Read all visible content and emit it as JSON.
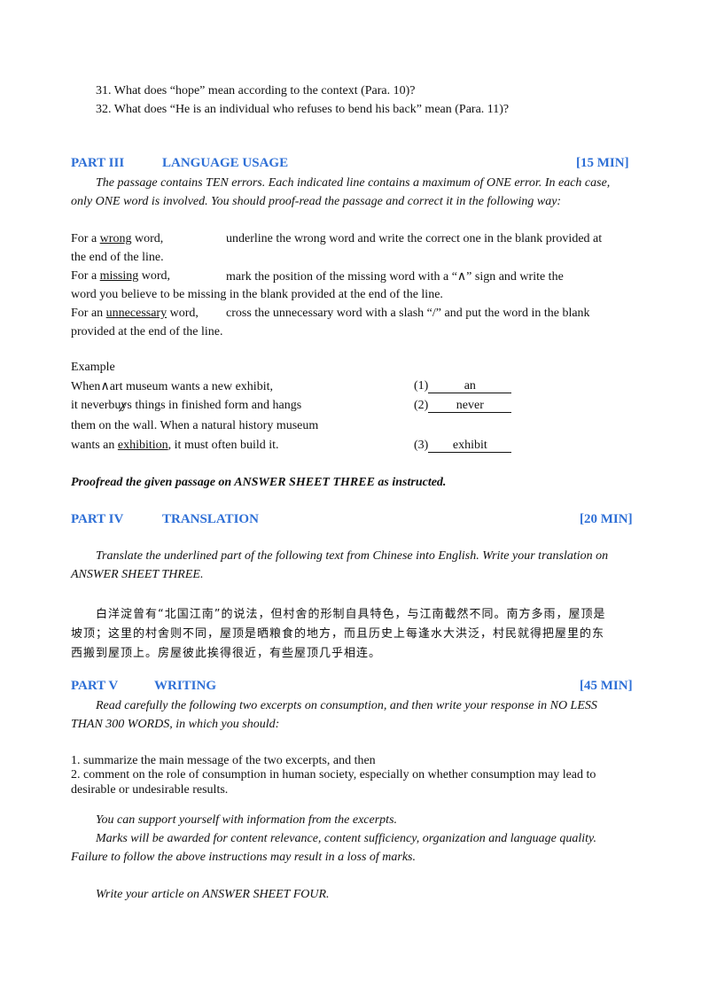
{
  "questions": [
    "31. What does “hope” mean according to the context (Para. 10)?",
    "32. What does “He is an individual who refuses to bend his back” mean (Para. 11)?"
  ],
  "part3": {
    "label": "PART III",
    "title": "LANGUAGE USAGE",
    "time": "[15 MIN]",
    "intro_1": "The passage contains TEN errors. Each indicated line contains a maximum of ONE error. In each case,",
    "intro_2": "only ONE word is involved. You should proof-read the passage and correct it in the following way:",
    "wrong": {
      "pre": "For a ",
      "key": "wrong",
      "post": " word,",
      "desc_1": "underline the wrong word and write the correct one in the blank provided at",
      "desc_2": "the end of the line."
    },
    "missing": {
      "pre": "For a ",
      "key": "missing",
      "post": " word,",
      "desc_1": "mark the position of the missing word with a “∧” sign and write the",
      "desc_2": "word you believe to be missing in the blank provided at the end of the line."
    },
    "unnecessary": {
      "pre": "For an ",
      "key": "unnecessary",
      "post": " word,",
      "desc_1": "cross the unnecessary word with a slash “/” and put the word in the blank",
      "desc_2": "provided at the end of the line."
    },
    "example": {
      "label": "Example",
      "l1_a": "When",
      "l1_mark": "∧",
      "l1_b": "art museum wants a new exhibit,",
      "l2_a": "it never",
      "l2_x": "buys",
      "l2_b": " things in finished form and hangs",
      "l3": "them on the wall. When a natural history museum",
      "l4_a": "wants an ",
      "l4_u": "exhibition",
      "l4_b": ", it must often build it.",
      "answers": [
        {
          "num": "(1)",
          "word": "an"
        },
        {
          "num": "(2)",
          "word": "never"
        },
        {
          "num": "(3)",
          "word": "exhibit"
        }
      ]
    },
    "instruction": "Proofread the given passage on ANSWER SHEET THREE as instructed."
  },
  "part4": {
    "label": "PART IV",
    "title": "TRANSLATION",
    "time": "[20 MIN]",
    "intro_1": "Translate the underlined part of the following text from Chinese into English. Write your translation on",
    "intro_2": "ANSWER SHEET THREE.",
    "zh_1": "白洋淀曾有“北国江南”的说法，但村舍的形制自具特色，与江南截然不同。南方多雨，屋顶是",
    "zh_2": "坡顶；这里的村舍则不同，屋顶是晒粮食的地方，而且历史上每逢水大洪泛，村民就得把屋里的东",
    "zh_3": "西搬到屋顶上。房屋彼此挨得很近，有些屋顶几乎相连。"
  },
  "part5": {
    "label": "PART V",
    "title": "WRITING",
    "time": "[45 MIN]",
    "intro_1": "Read carefully the following two excerpts on consumption, and then write your response in NO LESS",
    "intro_2": "THAN 300 WORDS,  in which you should:",
    "item_1": "1. summarize the main message of the two excerpts, and then",
    "item_2a": "2. comment on the role of consumption in human society, especially on whether consumption may lead to",
    "item_2b": "desirable or undesirable results.",
    "support": "You can support yourself with information from the excerpts.",
    "marks_1": "Marks will be awarded for content relevance, content sufficiency, organization and language quality.",
    "marks_2": "Failure to follow the above instructions may result in a loss of marks.",
    "write": "Write your article on ANSWER SHEET FOUR."
  }
}
